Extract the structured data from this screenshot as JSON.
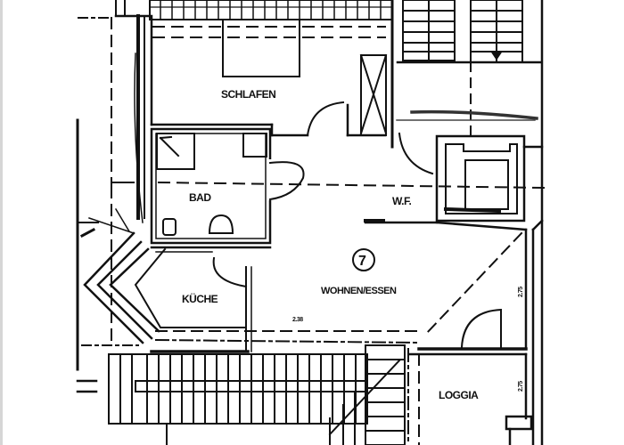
{
  "plan": {
    "unit_number": "7",
    "rooms": {
      "schlafen": "SCHLAFEN",
      "bad": "BAD",
      "wf": "W.F.",
      "kueche": "KÜCHE",
      "wohnen_essen": "WOHNEN/ESSEN",
      "loggia": "LOGGIA"
    },
    "dimensions": {
      "living_width": "2.38",
      "right_wall_upper": "2.75",
      "right_wall_lower": "2.75"
    },
    "colors": {
      "ink": "#111111",
      "paper": "#ffffff",
      "border_strip": "#d6d6d6"
    }
  }
}
